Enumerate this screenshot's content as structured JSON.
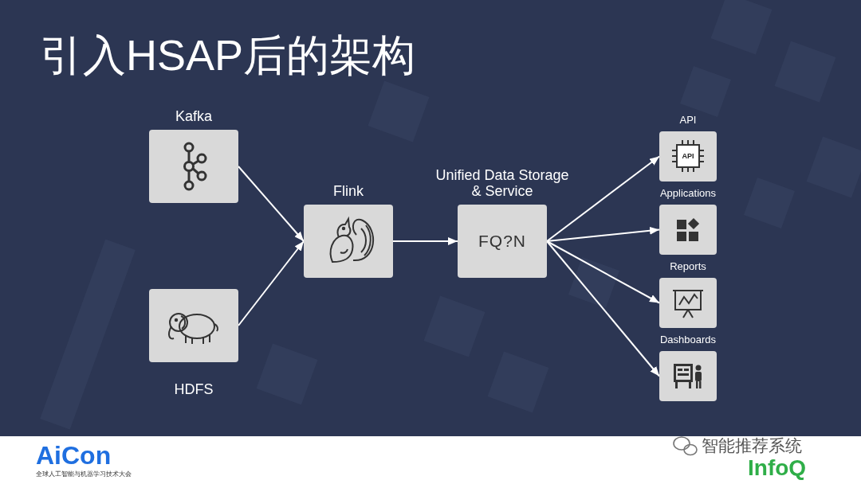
{
  "diagram": {
    "title": "引入HSAP后的架构",
    "nodes": [
      {
        "text": [
          "Kafka"
        ]
      },
      {
        "text": [
          "HDFS"
        ]
      },
      {
        "text": [
          "Flink"
        ]
      },
      {
        "text": [
          "Unified Data Storage & Service",
          "FQ?N"
        ]
      },
      {
        "text": [
          "API",
          "API"
        ]
      },
      {
        "text": [
          "Applications"
        ]
      },
      {
        "text": [
          "Reports"
        ]
      },
      {
        "text": [
          "Dashboards"
        ]
      }
    ],
    "edges": [
      {
        "from": 0,
        "to": 2,
        "arrow": "to"
      },
      {
        "from": 1,
        "to": 2,
        "arrow": "to"
      },
      {
        "from": 2,
        "to": 3,
        "arrow": "to"
      },
      {
        "from": 3,
        "to": 4,
        "arrow": "to"
      },
      {
        "from": 3,
        "to": 5,
        "arrow": "to"
      },
      {
        "from": 3,
        "to": 6,
        "arrow": "to"
      },
      {
        "from": 3,
        "to": 7,
        "arrow": "to"
      }
    ],
    "labels": [
      "AiCon",
      "全球人工智能与机器学习技术大会",
      "智能推荐系统",
      "InfoQ"
    ]
  }
}
